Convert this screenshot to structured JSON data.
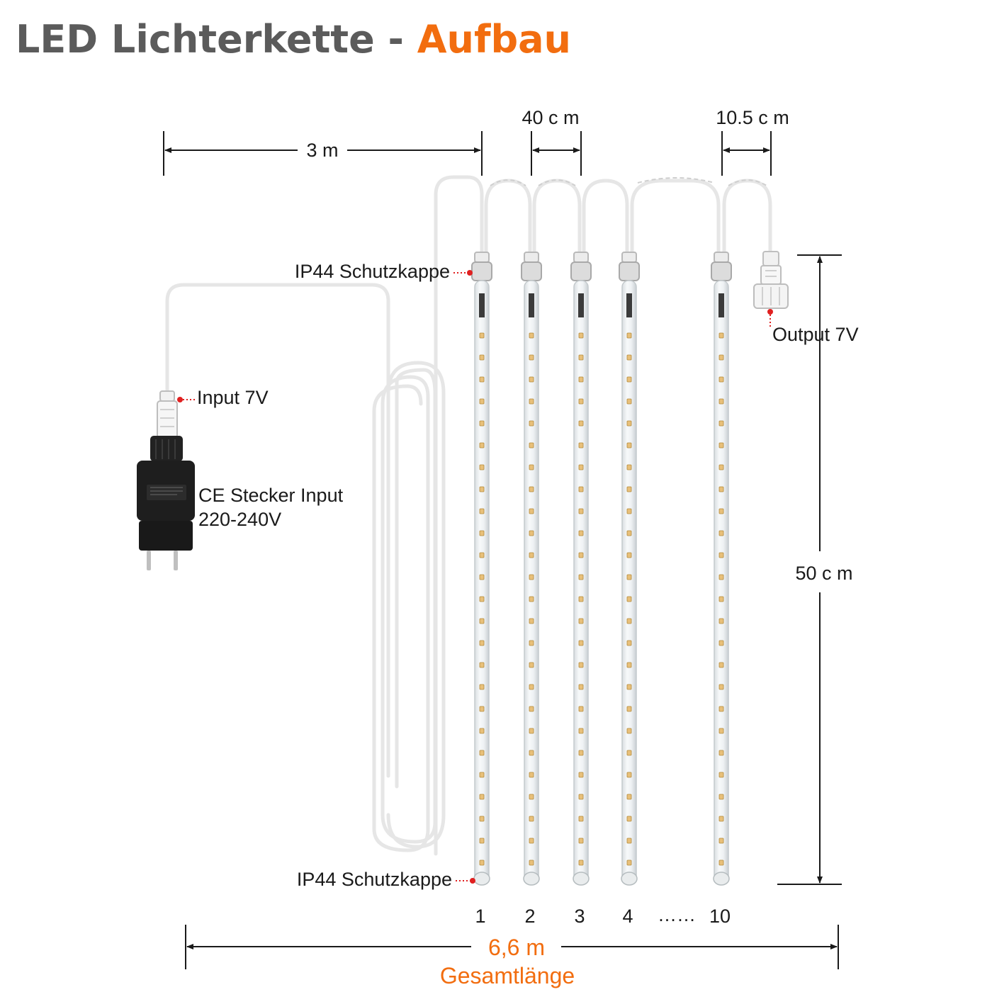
{
  "title": {
    "main": "LED Lichterkette - ",
    "accent": "Aufbau"
  },
  "colors": {
    "accent": "#f26d0f",
    "title_grey": "#5b5b5b",
    "marker_red": "#e02020",
    "cable": "#e6e6e6"
  },
  "dimensions": {
    "cable_length": "3 m",
    "tube_spacing": "40 c m",
    "end_spacing": "10.5 c m",
    "tube_length": "50 c m",
    "total_length": "6,6 m",
    "total_label": "Gesamtlänge"
  },
  "labels": {
    "cap_top": "IP44 Schutzkappe",
    "cap_bottom": "IP44 Schutzkappe",
    "input": "Input 7V",
    "output": "Output 7V",
    "plug_line1": "CE Stecker Input",
    "plug_line2": "220-240V"
  },
  "tubes": [
    {
      "label": "1"
    },
    {
      "label": "2"
    },
    {
      "label": "3"
    },
    {
      "label": "4"
    },
    {
      "label": "10"
    }
  ],
  "ellipsis": "……",
  "icons": [
    "power-adapter-icon",
    "connector-icon",
    "led-tube-icon",
    "marker-dot-icon",
    "dimension-arrow-icon"
  ]
}
